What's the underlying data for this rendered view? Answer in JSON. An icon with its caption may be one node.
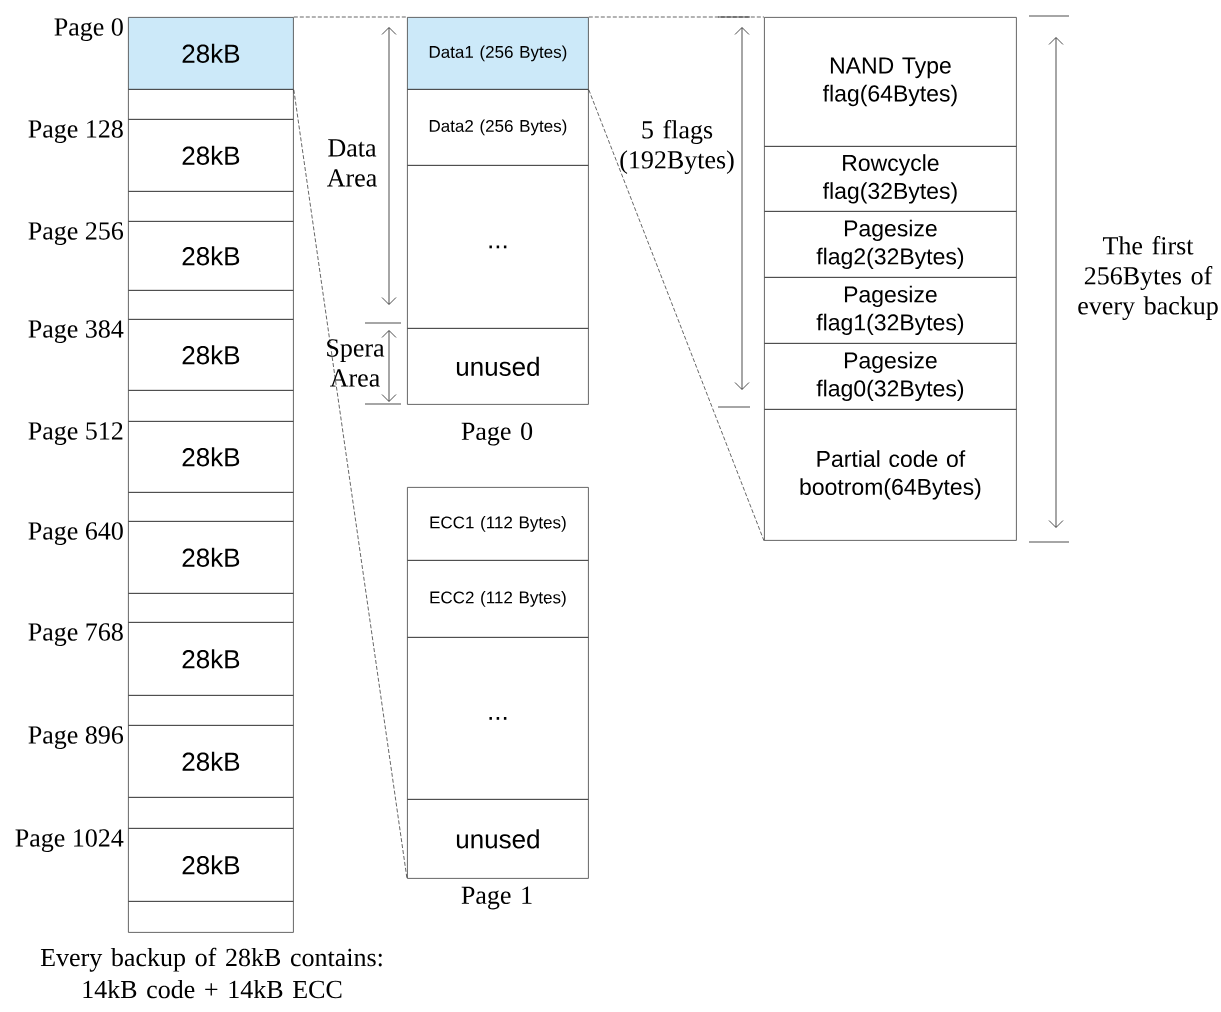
{
  "diagram": {
    "caption": "Every backup of 28kB contains: 14kB code + 14kB ECC",
    "nodes": [
      {
        "text": [
          "28kB"
        ],
        "beside": [
          "Page 0"
        ]
      },
      {
        "text": [],
        "shape": "box"
      },
      {
        "text": [
          "28kB"
        ],
        "beside": [
          "Page 128"
        ]
      },
      {
        "text": [],
        "shape": "box"
      },
      {
        "text": [
          "28kB"
        ],
        "beside": [
          "Page 256"
        ]
      },
      {
        "text": [],
        "shape": "box"
      },
      {
        "text": [
          "28kB"
        ],
        "beside": [
          "Page 384"
        ]
      },
      {
        "text": [],
        "shape": "box"
      },
      {
        "text": [
          "28kB"
        ],
        "beside": [
          "Page 512"
        ]
      },
      {
        "text": [],
        "shape": "box"
      },
      {
        "text": [
          "28kB"
        ],
        "beside": [
          "Page 640"
        ]
      },
      {
        "text": [],
        "shape": "box"
      },
      {
        "text": [
          "28kB"
        ],
        "beside": [
          "Page 768"
        ]
      },
      {
        "text": [],
        "shape": "box"
      },
      {
        "text": [
          "28kB"
        ],
        "beside": [
          "Page 896"
        ]
      },
      {
        "text": [],
        "shape": "box"
      },
      {
        "text": [
          "28kB"
        ],
        "beside": [
          "Page 1024"
        ]
      },
      {
        "text": [],
        "shape": "box"
      },
      {
        "text": [
          "Data1 (256 Bytes)"
        ]
      },
      {
        "text": [
          "Data2 (256 Bytes)"
        ]
      },
      {
        "text": [
          "..."
        ]
      },
      {
        "text": [
          "unused"
        ]
      },
      {
        "text": [
          "ECC1 (112 Bytes)"
        ]
      },
      {
        "text": [
          "ECC2 (112 Bytes)"
        ]
      },
      {
        "text": [
          "..."
        ]
      },
      {
        "text": [
          "unused"
        ]
      },
      {
        "text": [
          "NAND Type flag(64Bytes)"
        ]
      },
      {
        "text": [
          "Rowcycle flag(32Bytes)"
        ]
      },
      {
        "text": [
          "Pagesize flag2(32Bytes)"
        ]
      },
      {
        "text": [
          "Pagesize flag1(32Bytes)"
        ]
      },
      {
        "text": [
          "Pagesize flag0(32Bytes)"
        ]
      },
      {
        "text": [
          "Partial code of bootrom(64Bytes)"
        ]
      }
    ],
    "edges": [
      {
        "from": 0,
        "to": 18,
        "arrow": "none",
        "style": "dashed"
      },
      {
        "from": 0,
        "to": 25,
        "arrow": "none",
        "style": "dashed"
      },
      {
        "from": 18,
        "to": 26,
        "arrow": "none",
        "style": "dashed"
      },
      {
        "from": 18,
        "to": 31,
        "arrow": "none",
        "style": "dashed"
      }
    ],
    "labels": [
      "Data Area",
      "5 flags (192Bytes)",
      "The first 256Bytes of every backup",
      "Spera Area",
      "Page 0",
      "Page 1"
    ]
  }
}
